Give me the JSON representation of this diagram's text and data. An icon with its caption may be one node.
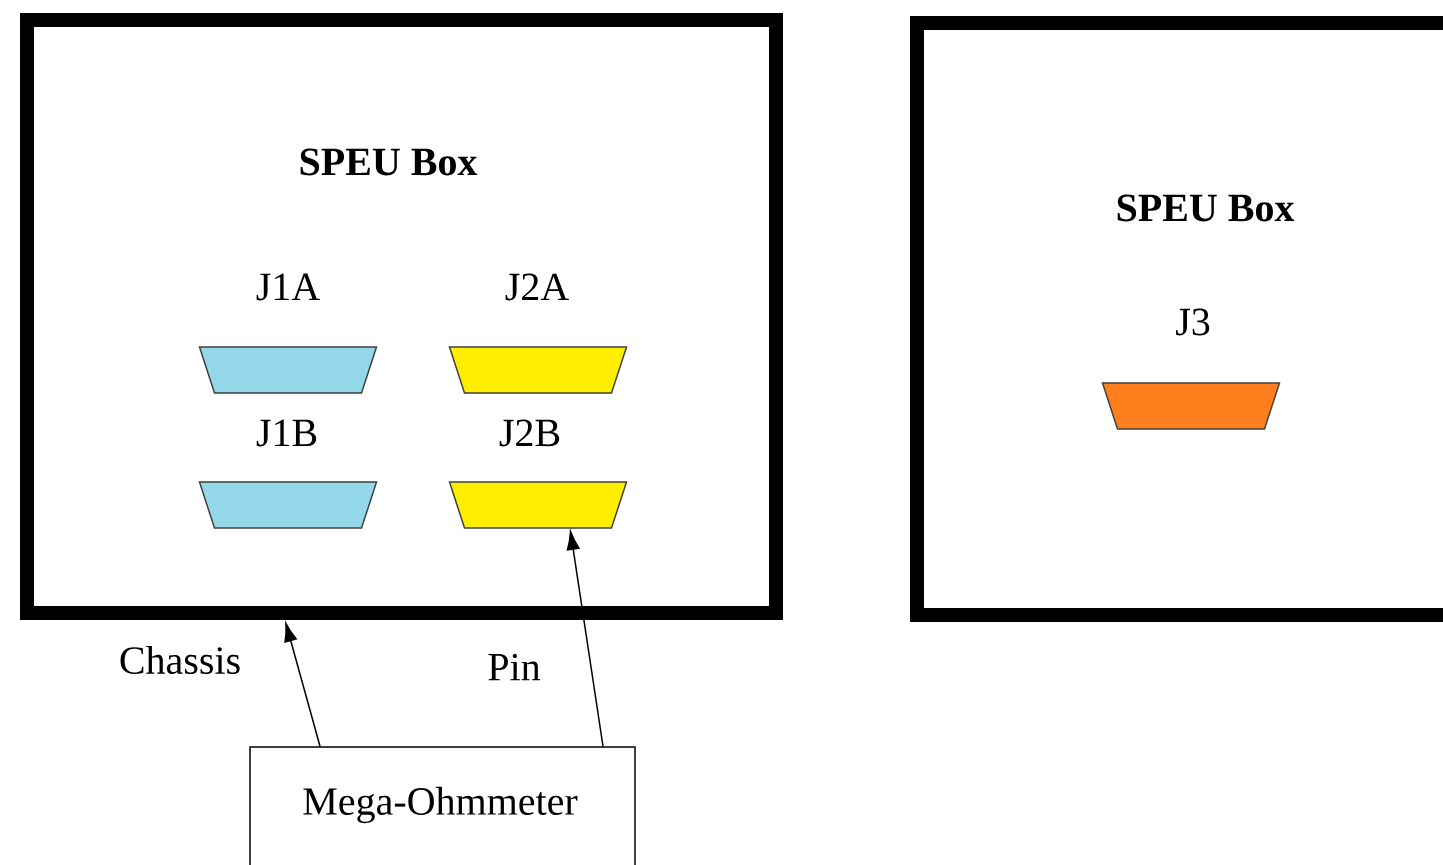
{
  "diagram": {
    "nodes": [
      {
        "text": [
          "SPEU Box"
        ]
      },
      {
        "text": [
          "J1A"
        ],
        "in": 0
      },
      {
        "text": [
          "J2A"
        ],
        "in": 0
      },
      {
        "text": [
          "J1B"
        ],
        "in": 0
      },
      {
        "text": [
          "J2B"
        ],
        "in": 0
      },
      {
        "text": [
          "SPEU Box"
        ]
      },
      {
        "text": [
          "J3"
        ],
        "in": 5
      },
      {
        "text": [
          "Mega-Ohmmeter"
        ]
      }
    ],
    "edges": [
      {
        "from": 7,
        "to": 0,
        "arrow": "to",
        "label": "Chassis"
      },
      {
        "from": 7,
        "to": 4,
        "arrow": "to",
        "label": "Pin"
      }
    ]
  }
}
